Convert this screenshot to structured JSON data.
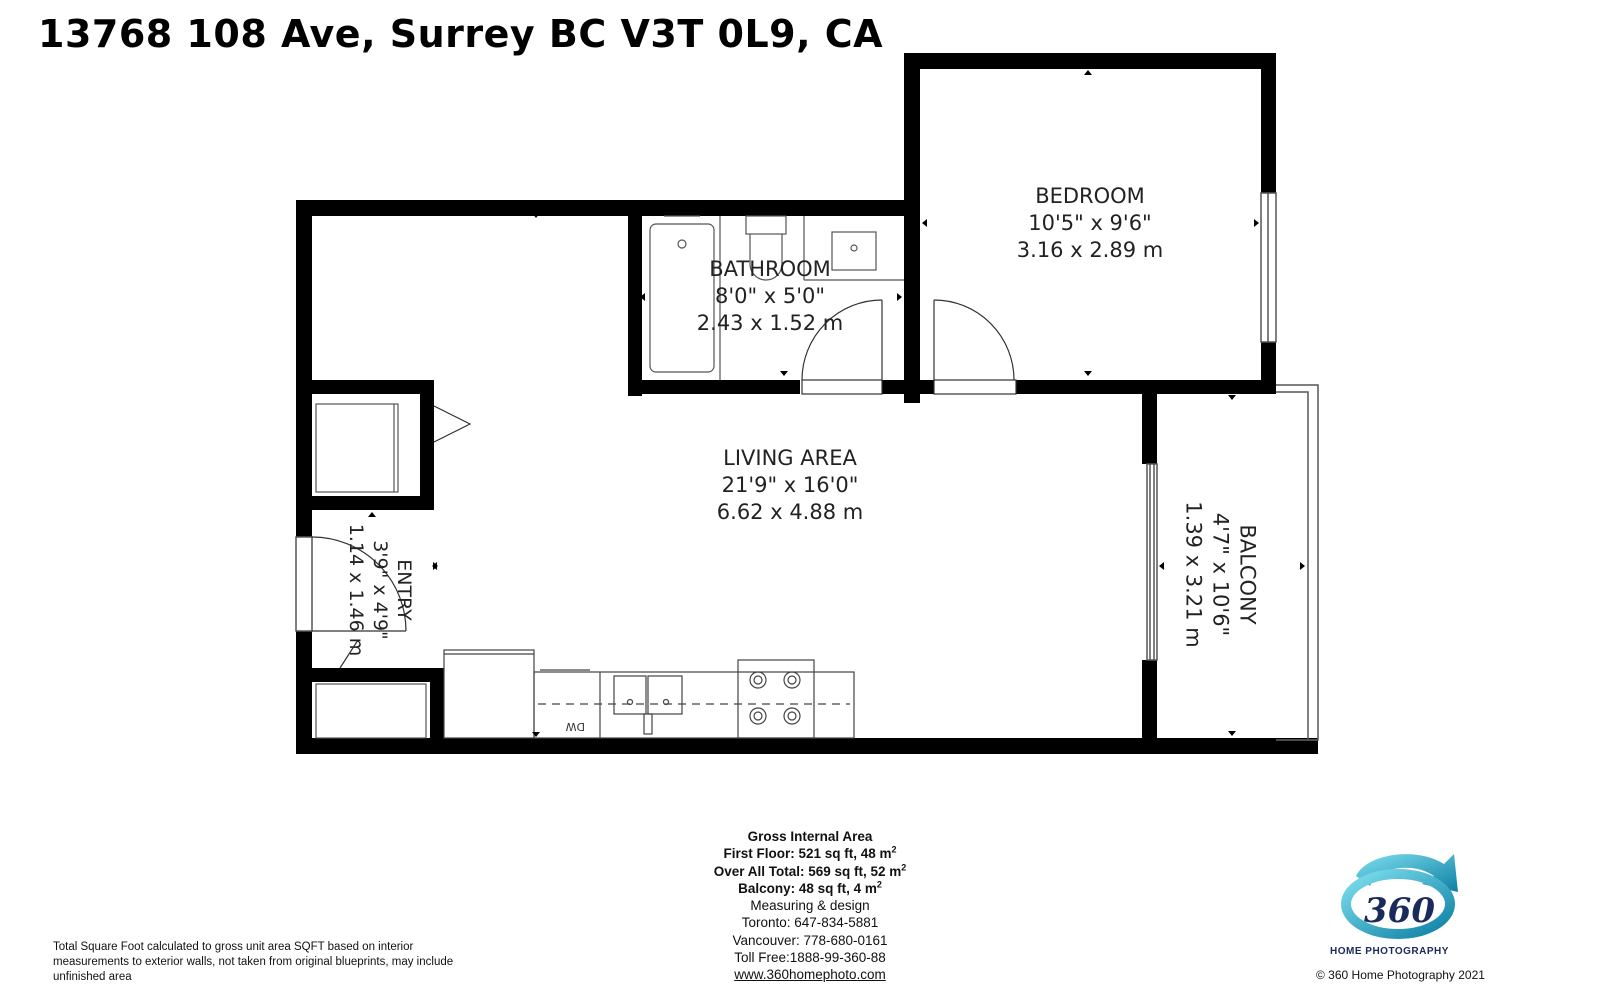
{
  "title": "13768 108 Ave, Surrey BC V3T 0L9, CA",
  "rooms": {
    "bedroom": {
      "name": "BEDROOM",
      "imperial": "10'5\" x 9'6\"",
      "metric": "3.16 x 2.89 m"
    },
    "bathroom": {
      "name": "BATHROOM",
      "imperial": "8'0\" x 5'0\"",
      "metric": "2.43 x 1.52 m"
    },
    "living": {
      "name": "LIVING AREA",
      "imperial": "21'9\" x 16'0\"",
      "metric": "6.62 x 4.88 m"
    },
    "entry": {
      "name": "ENTRY",
      "imperial": "3'9\" x 4'9\"",
      "metric": "1.14 x 1.46 m"
    },
    "balcony": {
      "name": "BALCONY",
      "imperial": "4'7\" x 10'6\"",
      "metric": "1.39 x 3.21 m"
    }
  },
  "appliance_labels": {
    "dishwasher": "DW"
  },
  "area_summary": {
    "heading": "Gross Internal Area",
    "first_floor": "First Floor: 521 sq ft, 48 m",
    "overall": "Over All Total: 569 sq ft, 52 m",
    "balcony": "Balcony: 48 sq ft, 4 m",
    "superscript": "2",
    "service": "Measuring & design",
    "toronto": "Toronto: 647-834-5881",
    "vancouver": "Vancouver: 778-680-0161",
    "toll_free": "Toll Free:1888-99-360-88",
    "website": "www.360homephoto.com"
  },
  "disclaimer": "Total Square Foot calculated to gross unit area SQFT based on interior measurements to exterior walls, not taken from original blueprints, may include unfinished area",
  "logo": {
    "mark": "360",
    "name": "HOME PHOTOGRAPHY"
  },
  "copyright": "© 360 Home Photography 2021",
  "colors": {
    "wall": "#000000",
    "line": "#444444",
    "logo_teal": "#1fa3c4",
    "logo_navy": "#1a2a5a"
  }
}
